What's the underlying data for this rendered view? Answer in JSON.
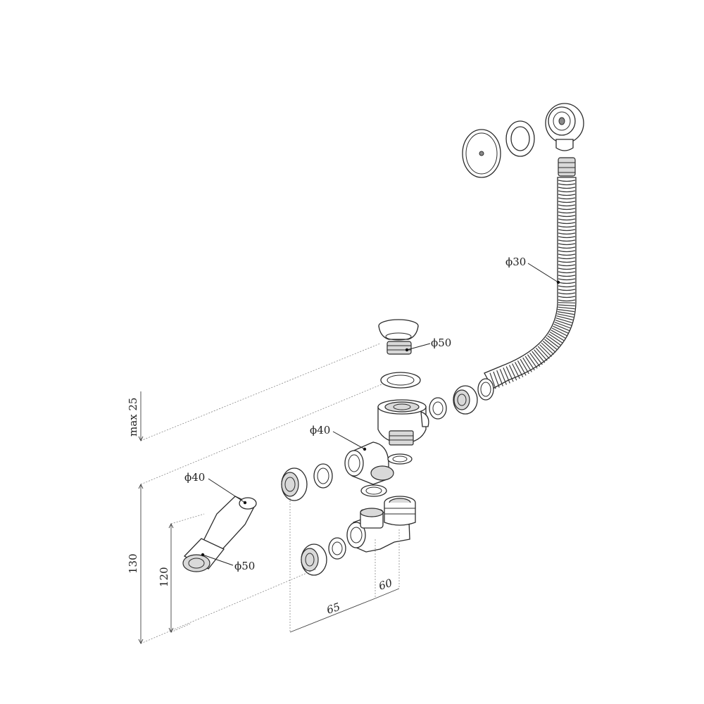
{
  "labels": {
    "phi30": "ϕ30",
    "phi50_top": "ϕ50",
    "phi40_mid": "ϕ40",
    "phi40_left": "ϕ40",
    "phi50_bottom": "ϕ50"
  },
  "dimensions": {
    "max25": "max 25",
    "d130": "130",
    "d120": "120",
    "d65": "65",
    "d60": "60"
  }
}
